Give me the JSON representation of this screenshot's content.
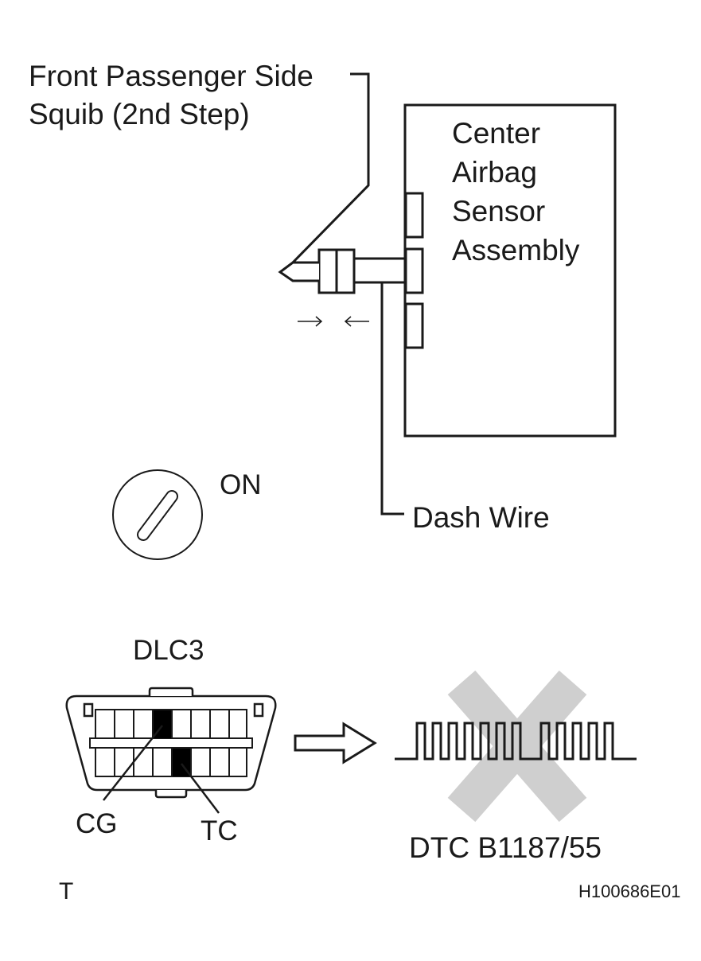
{
  "squib_label": {
    "line1": "Front Passenger Side",
    "line2": "Squib (2nd Step)"
  },
  "ecu_label": {
    "line1": "Center",
    "line2": "Airbag",
    "line3": "Sensor",
    "line4": "Assembly"
  },
  "ignition": {
    "state_label": "ON"
  },
  "wire_label": "Dash Wire",
  "connector_arrows": "→  ←",
  "dlc": {
    "title": "DLC3",
    "terminal_cg": "CG",
    "terminal_tc": "TC"
  },
  "dtc_label": "DTC B1187/55",
  "corner_letter": "T",
  "figure_id": "H100686E01",
  "colors": {
    "line": "#1a1a1a",
    "cross": "#cfcfcf",
    "terminal_fill": "#000000",
    "background": "#ffffff"
  }
}
